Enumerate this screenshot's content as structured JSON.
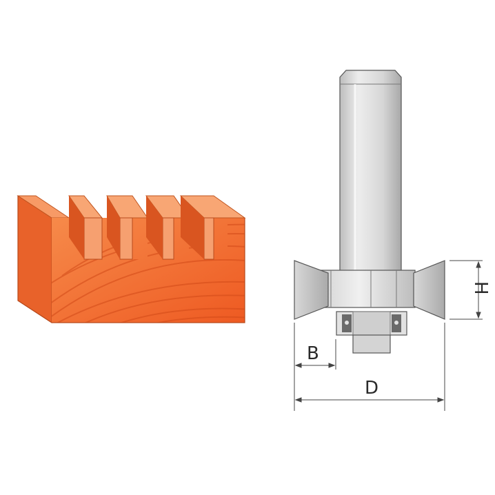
{
  "colors": {
    "wood_face": "#f26a2c",
    "wood_grain": "#d9481a",
    "wood_top": "#f79a66",
    "wood_side": "#e65a22",
    "steel_light": "#e9e9e9",
    "steel_mid": "#cfcfcf",
    "steel_dark": "#9a9a9a",
    "outline": "#555555",
    "bearing_ring": "#666666",
    "dimension_line": "#444444"
  },
  "diagram": {
    "workpiece": {
      "material": "wood",
      "slot_count": 4,
      "slot_shape": "groove"
    },
    "cutter": {
      "parts": [
        "shank",
        "cutting-head",
        "bearing"
      ],
      "dimensions": {
        "B": {
          "label": "B"
        },
        "D": {
          "label": "D"
        },
        "H": {
          "label": "H"
        }
      }
    }
  }
}
